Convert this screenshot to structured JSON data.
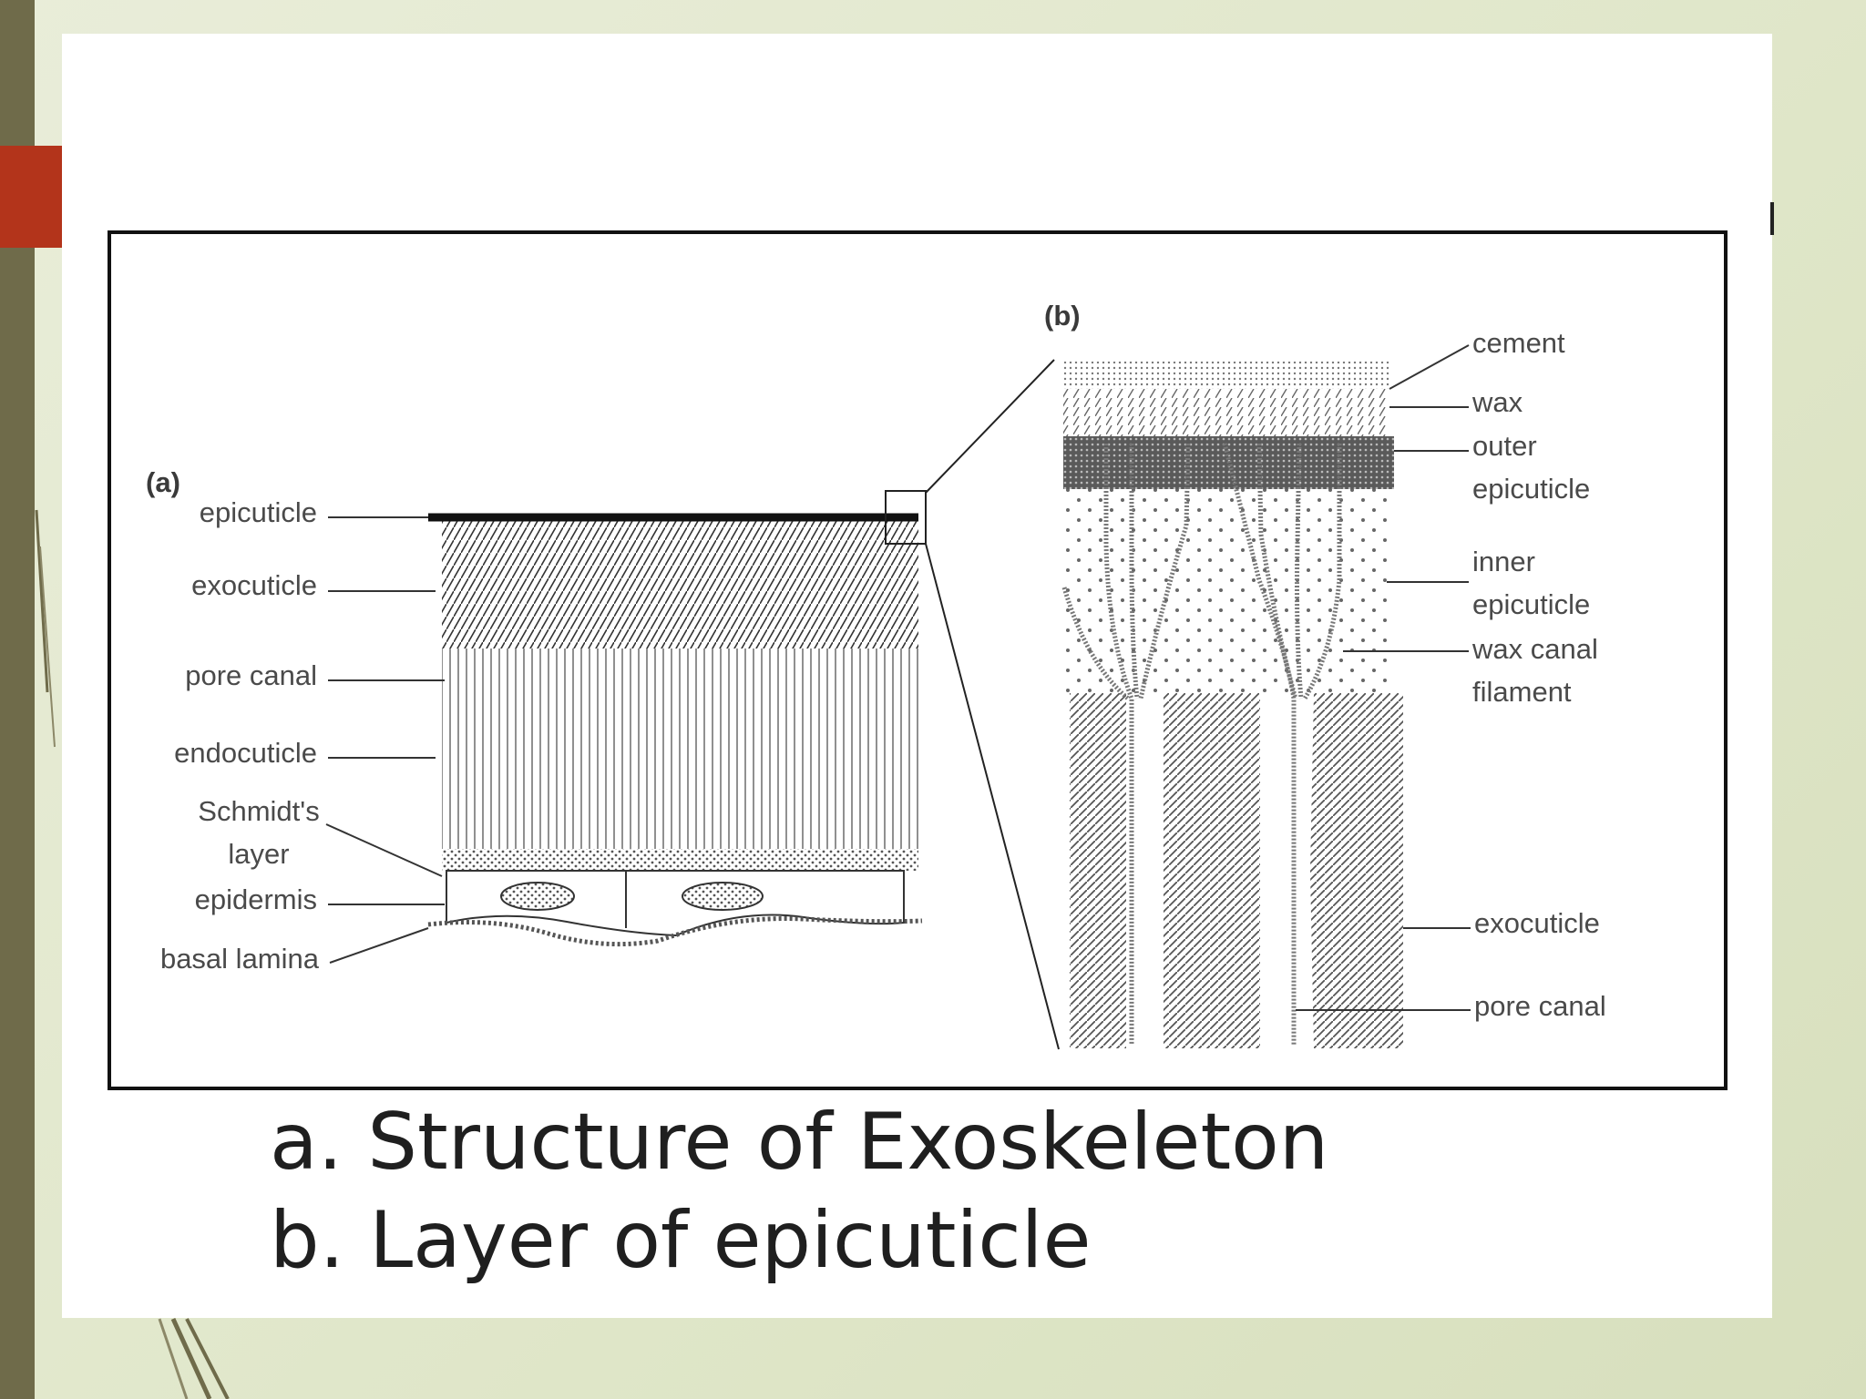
{
  "colors": {
    "left_bar": "#6f6b4a",
    "accent_tab": "#b3341b",
    "slide_bg": "#ffffff"
  },
  "diagram": {
    "panel_a": {
      "tag": "(a)",
      "labels": [
        "epicuticle",
        "exocuticle",
        "pore canal",
        "endocuticle",
        "Schmidt's",
        "layer",
        "epidermis",
        "basal lamina"
      ]
    },
    "panel_b": {
      "tag": "(b)",
      "labels": [
        "cement",
        "wax",
        "outer",
        "epicuticle",
        "inner",
        "epicuticle",
        "wax canal",
        "filament",
        "exocuticle",
        "pore canal"
      ]
    }
  },
  "caption": {
    "line1": "a. Structure of Exoskeleton",
    "line2": "b. Layer of epicuticle"
  }
}
